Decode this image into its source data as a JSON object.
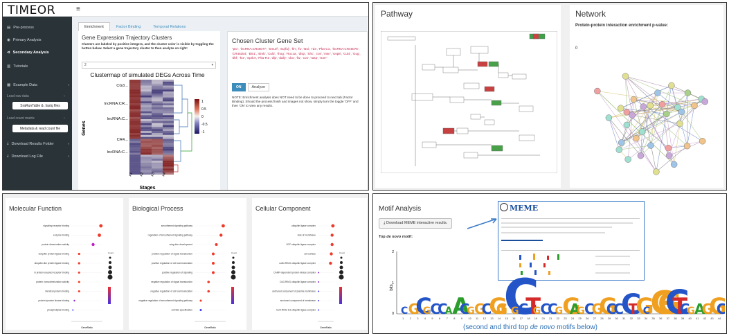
{
  "app": {
    "logo": "TIMEOR",
    "menu_icon": "hamburger-icon"
  },
  "sidebar": {
    "items": [
      {
        "label": "Pre-process",
        "icon": "process-icon"
      },
      {
        "label": "Primary Analysis",
        "icon": "globe-icon"
      },
      {
        "label": "Secondary Analysis",
        "icon": "share-icon"
      },
      {
        "label": "Tutorials",
        "icon": "book-icon"
      },
      {
        "label": "Example Data",
        "icon": "table-icon"
      },
      {
        "label": "Download Results Folder",
        "icon": "download-icon"
      },
      {
        "label": "Download Log File",
        "icon": "download-icon"
      }
    ],
    "sub1": "Load raw data",
    "btn1": "SraRunTable & .fastq files",
    "sub2": "Load count matrix",
    "btn2": "Metadata & read count file"
  },
  "tabs": [
    "Enrichment",
    "Factor Binding",
    "Temporal Relations"
  ],
  "clusters": {
    "title": "Gene Expression Trajectory Clusters",
    "desc": "Clusters are labeled by positive integers, and the cluster color is visible by toggling the button below. Select a gene trajectory cluster to then analyze on right:",
    "selected": "2",
    "heatmap_title": "Clustermap of simulated DEGs Across Time",
    "xlabel": "Stages",
    "ylabel": "Genes",
    "xticks": [
      "x1",
      "x2",
      "x3",
      "x4"
    ],
    "row_labels": [
      "CG3...",
      "lncRNA:CR...",
      "lncRNA:C...",
      "CR4...",
      "lncRNA:C..."
    ],
    "colorbar": [
      "1",
      "0.5",
      "0",
      "-0.5",
      "-1"
    ]
  },
  "gene_set": {
    "title": "Chosen Cluster Gene Set",
    "genes": "\"ptc\", 'lncRNA:CR46077', 'Smurf', 'Su(fu)', 'hh', 'fu', 'Boi', 'rdx', 'Pka-C1', 'lncRNA:CR46076', 'CR46354', 'Bin1', 'slmb', 'Cul3', 'Ihog', 'Roc1a', 'disp', 'Shc', 'cos', 'msn', 'Usp8', 'Cul4', 'Gug', 'dhf', 'krz', 'Sprk4', 'Pka-R1', 'dlp', 'dally', 'dco', 'fw', 'cos', 'rasp', 'Sos'\"",
    "toggle_on": "ON",
    "analyze": "Analyze",
    "note": "NOTE: Enrichment analysis does NOT need to be done to proceed to next tab (Factor Binding). Should the process finish and images not show, simply turn the toggle 'OFF' and then 'ON' to view any results."
  },
  "pathway": {
    "title": "Pathway"
  },
  "network": {
    "title": "Network",
    "subtitle": "Protein-protein interaction enrichment p-value:",
    "value": "0"
  },
  "go": {
    "mf": {
      "title": "Molecular Function",
      "xlabel": "GeneRatio",
      "terms": [
        "signaling receptor binding",
        "enzyme binding",
        "protein dimerization activity",
        "ubiquitin protein ligase binding",
        "ubiquitin-like protein ligase binding",
        "G protein-coupled receptor binding",
        "protein homodimerization activity",
        "identical protein binding",
        "protein tyrosine kinase binding",
        "phospholipids binding"
      ]
    },
    "bp": {
      "title": "Biological Process",
      "xlabel": "GeneRatio",
      "terms": [
        "smoothened signaling pathway",
        "regulation of smoothened signaling pathway",
        "wing disc development",
        "positive regulation of signal transduction",
        "positive regulation of cell communication",
        "positive regulation of signaling",
        "negative regulation of signal transduction",
        "negative regulation of cell communication",
        "negative regulation of smoothened signaling pathway",
        "cell fate specification"
      ]
    },
    "cc": {
      "title": "Cellular Component",
      "xlabel": "GeneRatio",
      "terms": [
        "ubiquitin ligase complex",
        "side of membrane",
        "SCF ubiquitin ligase complex",
        "cell surface",
        "cullin-RING ubiquitin ligase complex",
        "CAMP-dependent protein kinase complex",
        "Cul3-RING ubiquitin ligase complex",
        "anchored component of plasma membrane",
        "anchored component of membrane",
        "Cul4-RING E3 ubiquitin ligase complex"
      ]
    }
  },
  "motif": {
    "title": "Motif Analysis",
    "download": "Download MEME interactive results.",
    "top_label_a": "Top ",
    "top_label_b": "de novo",
    "top_label_c": " motif:",
    "caption_a": "(second and third top ",
    "caption_b": "de novo",
    "caption_c": " motifs below)",
    "meme_logo": "MEME",
    "yaxis": "bits",
    "sequence": "CGCGCCAACGGCGGCGCTGCCGGAGCGGCCCTGCGGCTCGAGGC",
    "colors": {
      "A": "#2a9d2a",
      "C": "#2455c8",
      "G": "#f0a020",
      "T": "#d42a2a"
    }
  }
}
